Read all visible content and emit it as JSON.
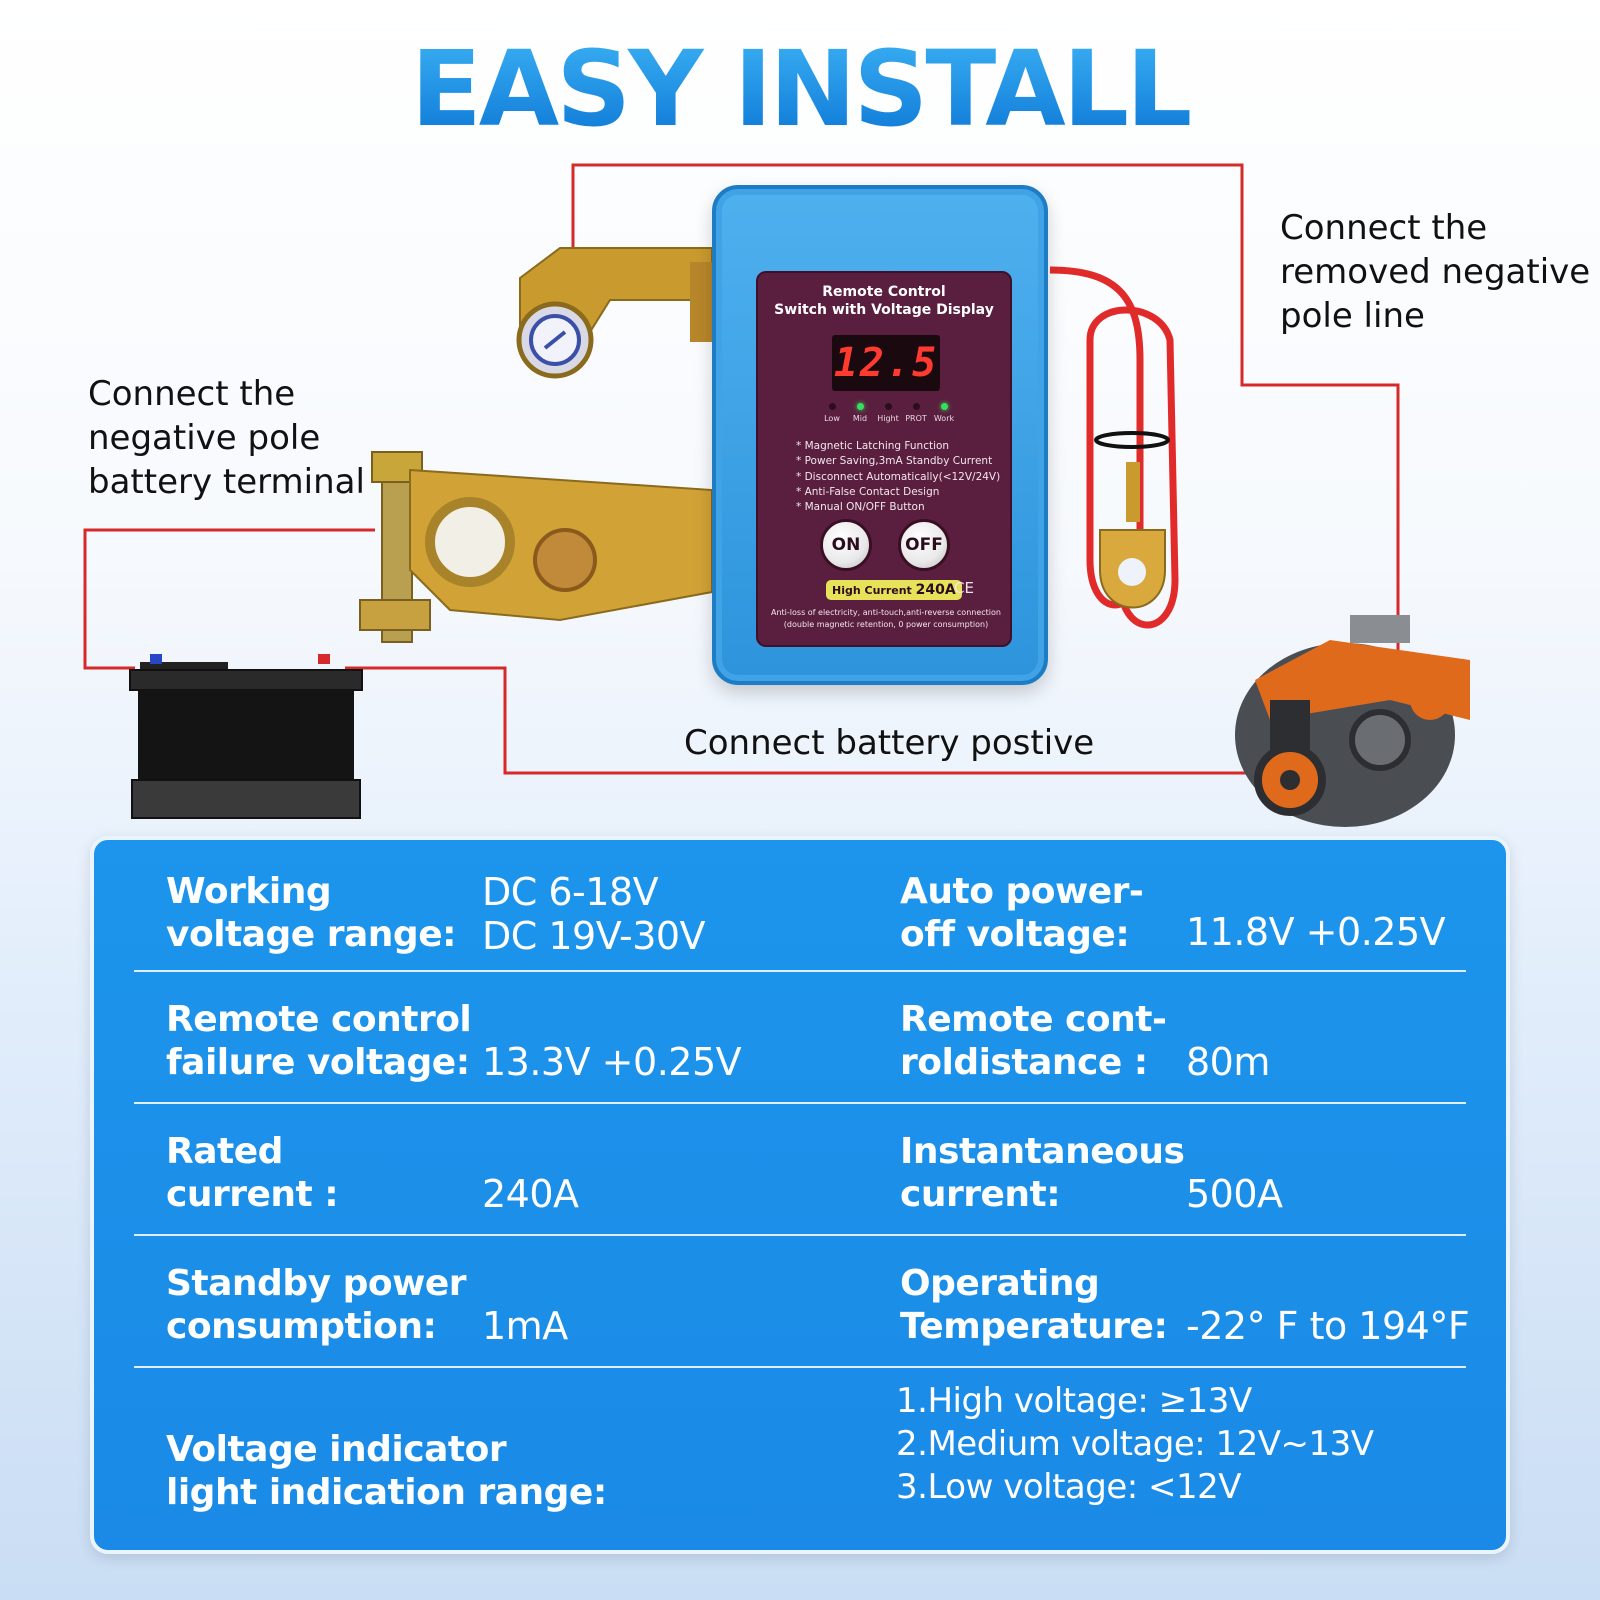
{
  "title": "EASY INSTALL",
  "labels": {
    "negative_terminal": [
      "Connect the",
      "negative pole",
      "battery terminal"
    ],
    "removed_negative": [
      "Connect the",
      "removed negative",
      "pole line"
    ],
    "battery_positive": "Connect battery postive"
  },
  "device": {
    "title": [
      "Remote Control",
      "Switch with Voltage Display"
    ],
    "display_value": "12.5",
    "leds": [
      {
        "label": "Low",
        "on": false
      },
      {
        "label": "Mid",
        "on": true
      },
      {
        "label": "Hight",
        "on": false
      },
      {
        "label": "PROT",
        "on": false
      },
      {
        "label": "Work",
        "on": true
      }
    ],
    "features": [
      "Magnetic Latching Function",
      "Power Saving,3mA Standby Current",
      "Disconnect Automatically(<12V/24V)",
      "Anti-False Contact Design",
      "Manual ON/OFF Button"
    ],
    "on_label": "ON",
    "off_label": "OFF",
    "badge_prefix": "High Current",
    "badge_value": "240A",
    "ce_mark": "CE",
    "footnote": [
      "Anti-loss of electricity, anti-touch,anti-reverse connection",
      "(double magnetic retention, 0 power consumption)"
    ]
  },
  "specs": {
    "working_voltage": {
      "label": [
        "Working",
        "voltage range:"
      ],
      "value": [
        "DC 6-18V",
        "DC 19V-30V"
      ]
    },
    "auto_poweroff": {
      "label": [
        "Auto power-",
        "off voltage:"
      ],
      "value": "11.8V +0.25V"
    },
    "remote_failure": {
      "label": [
        "Remote control",
        "failure voltage:"
      ],
      "value": "13.3V +0.25V"
    },
    "remote_distance": {
      "label": [
        "Remote cont-",
        "roldistance :"
      ],
      "value": "80m"
    },
    "rated_current": {
      "label": [
        "Rated",
        "current :"
      ],
      "value": "240A"
    },
    "instant_current": {
      "label": [
        "Instantaneous",
        "current:"
      ],
      "value": "500A"
    },
    "standby_power": {
      "label": [
        "Standby power",
        "consumption:"
      ],
      "value": "1mA"
    },
    "operating_temp": {
      "label": [
        "Operating",
        "Temperature:"
      ],
      "value": "-22° F to 194°F"
    },
    "indicator_range": {
      "label": [
        "Voltage indicator",
        "light indication range:"
      ],
      "value": [
        "1.High voltage: ≥13V",
        "2.Medium voltage: 12V~13V",
        "3.Low voltage: <12V"
      ]
    }
  },
  "colors": {
    "title_blue": "#1a8fe0",
    "wire_red": "#d62a2a",
    "panel_blue": "#1d95ec",
    "device_blue": "#2d94dc",
    "device_panel": "#5a1f3f"
  }
}
